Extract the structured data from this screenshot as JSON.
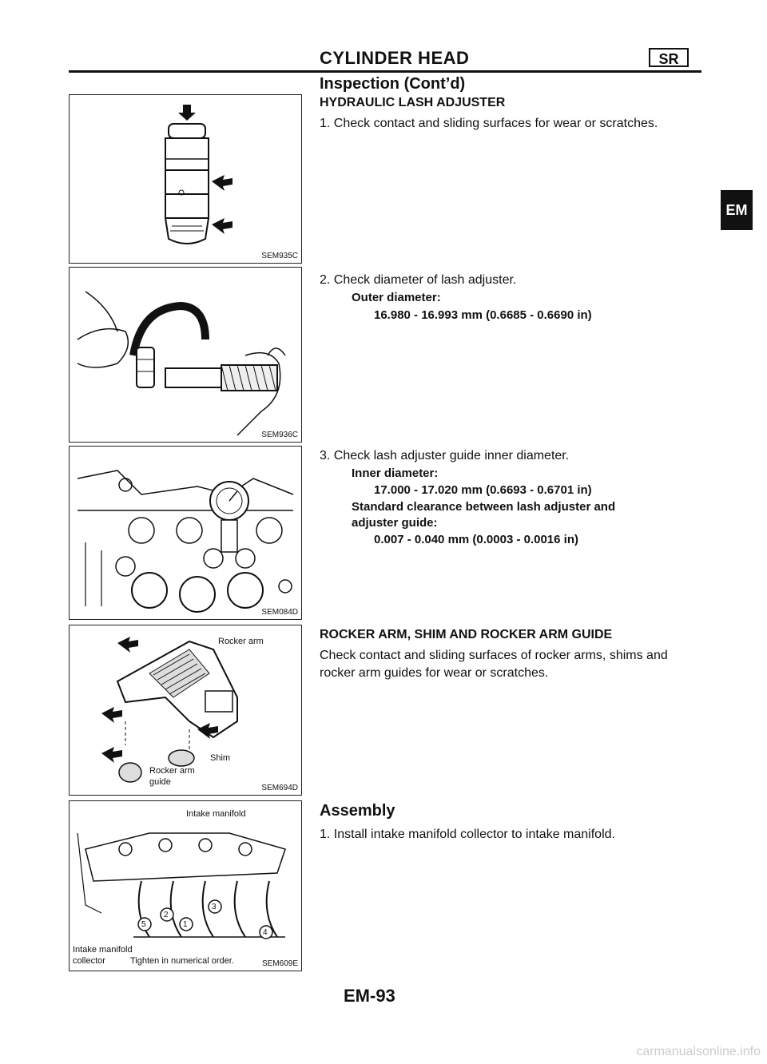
{
  "header": {
    "title": "CYLINDER HEAD",
    "badge": "SR"
  },
  "section_title": "Inspection (Cont’d)",
  "lash": {
    "title": "HYDRAULIC LASH ADJUSTER",
    "step1": "1.  Check contact and sliding surfaces for wear or scratches.",
    "step2": "2.  Check diameter of lash adjuster.",
    "outer_label": "Outer diameter:",
    "outer_value": "16.980 - 16.993 mm (0.6685 - 0.6690 in)",
    "step3": "3.  Check lash adjuster guide inner diameter.",
    "inner_label": "Inner diameter:",
    "inner_value": "17.000 - 17.020 mm (0.6693 - 0.6701 in)",
    "clearance_label_1": "Standard clearance between lash adjuster and",
    "clearance_label_2": "adjuster guide:",
    "clearance_value": "0.007 - 0.040 mm (0.0003 - 0.0016 in)"
  },
  "rocker": {
    "title": "ROCKER ARM, SHIM AND ROCKER ARM GUIDE",
    "line1": "Check contact and sliding surfaces of rocker arms, shims and",
    "line2": "rocker arm guides for wear or scratches."
  },
  "assembly": {
    "title": "Assembly",
    "step1": "1.  Install intake manifold collector to intake manifold."
  },
  "figures": {
    "fig1_code": "SEM935C",
    "fig2_code": "SEM936C",
    "fig3_code": "SEM084D",
    "fig4_code": "SEM694D",
    "fig4_rocker_arm": "Rocker arm",
    "fig4_shim": "Shim",
    "fig4_guide_1": "Rocker arm",
    "fig4_guide_2": "guide",
    "fig5_code": "SEM609E",
    "fig5_intake": "Intake manifold",
    "fig5_collector_1": "Intake manifold",
    "fig5_collector_2": "collector",
    "fig5_note": "Tighten in numerical order.",
    "fig5_n1": "1",
    "fig5_n2": "2",
    "fig5_n3": "3",
    "fig5_n4": "4",
    "fig5_n5": "5"
  },
  "side_tab": "EM",
  "page_number": "EM-93",
  "watermark": "carmanualsonline.info"
}
